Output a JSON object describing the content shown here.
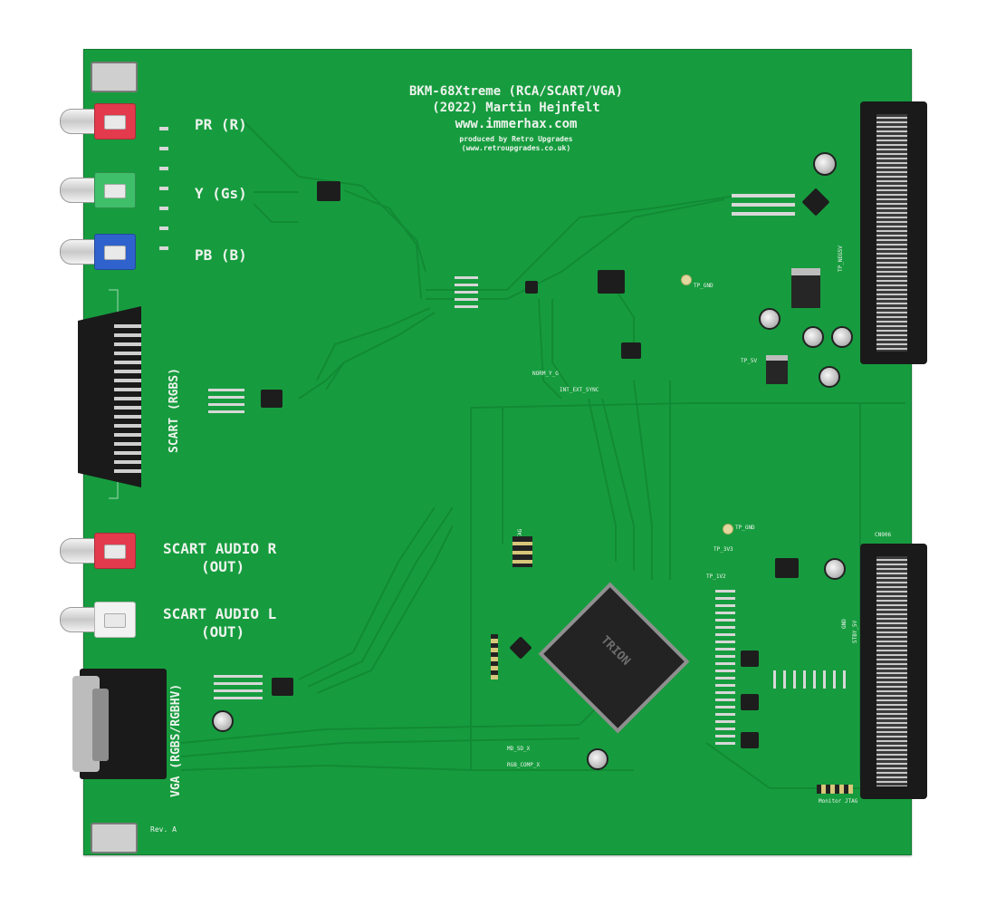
{
  "board": {
    "title_line1": "BKM-68Xtreme (RCA/SCART/VGA)",
    "title_line2": "(2022) Martin Hejnfelt",
    "title_line3": "www.immerhax.com",
    "credit_line1": "produced by Retro Upgrades",
    "credit_line2": "(www.retroupgrades.co.uk)",
    "revision": "Rev. A"
  },
  "labels": {
    "pr": "PR (R)",
    "y": "Y (Gs)",
    "pb": "PB (B)",
    "scart": "SCART (RGBS)",
    "audio_r_1": "SCART AUDIO R",
    "audio_r_2": "(OUT)",
    "audio_l_1": "SCART AUDIO L",
    "audio_l_2": "(OUT)",
    "vga": "VGA (RGBS/RGBHV)",
    "tp_gnd_1": "TP_GND",
    "tp_gnd_2": "TP_GND",
    "tp_5v": "TP_5V",
    "tp_neg5v": "TP_NEG5V",
    "tp_3v3": "TP_3V3",
    "tp_1v2": "TP_1V2",
    "gnd": "GND",
    "stby_5v": "STBY_5V",
    "monitor_jtag": "Monitor JTAG",
    "jtag": "JTAG",
    "fpga": "TRION",
    "norm_y_g": "NORM_Y_G",
    "int_ext_sync": "INT_EXT_SYNC",
    "md_sd_x": "MD_SD_X",
    "rgb_comp_x": "RGB_COMP_X",
    "cn906": "CN906"
  },
  "colors": {
    "pcb": "#169c3e",
    "silkscreen": "#eef3ee",
    "jack_red": "#e33a4d",
    "jack_green": "#3fbf6a",
    "jack_blue": "#2f62cc",
    "jack_white": "#f2f2f2"
  },
  "icons": [
    "rca-jack-red",
    "rca-jack-green",
    "rca-jack-blue",
    "scart-connector",
    "vga-connector",
    "edge-connector",
    "fpga-chip",
    "electrolytic-capacitor",
    "voltage-regulator"
  ]
}
